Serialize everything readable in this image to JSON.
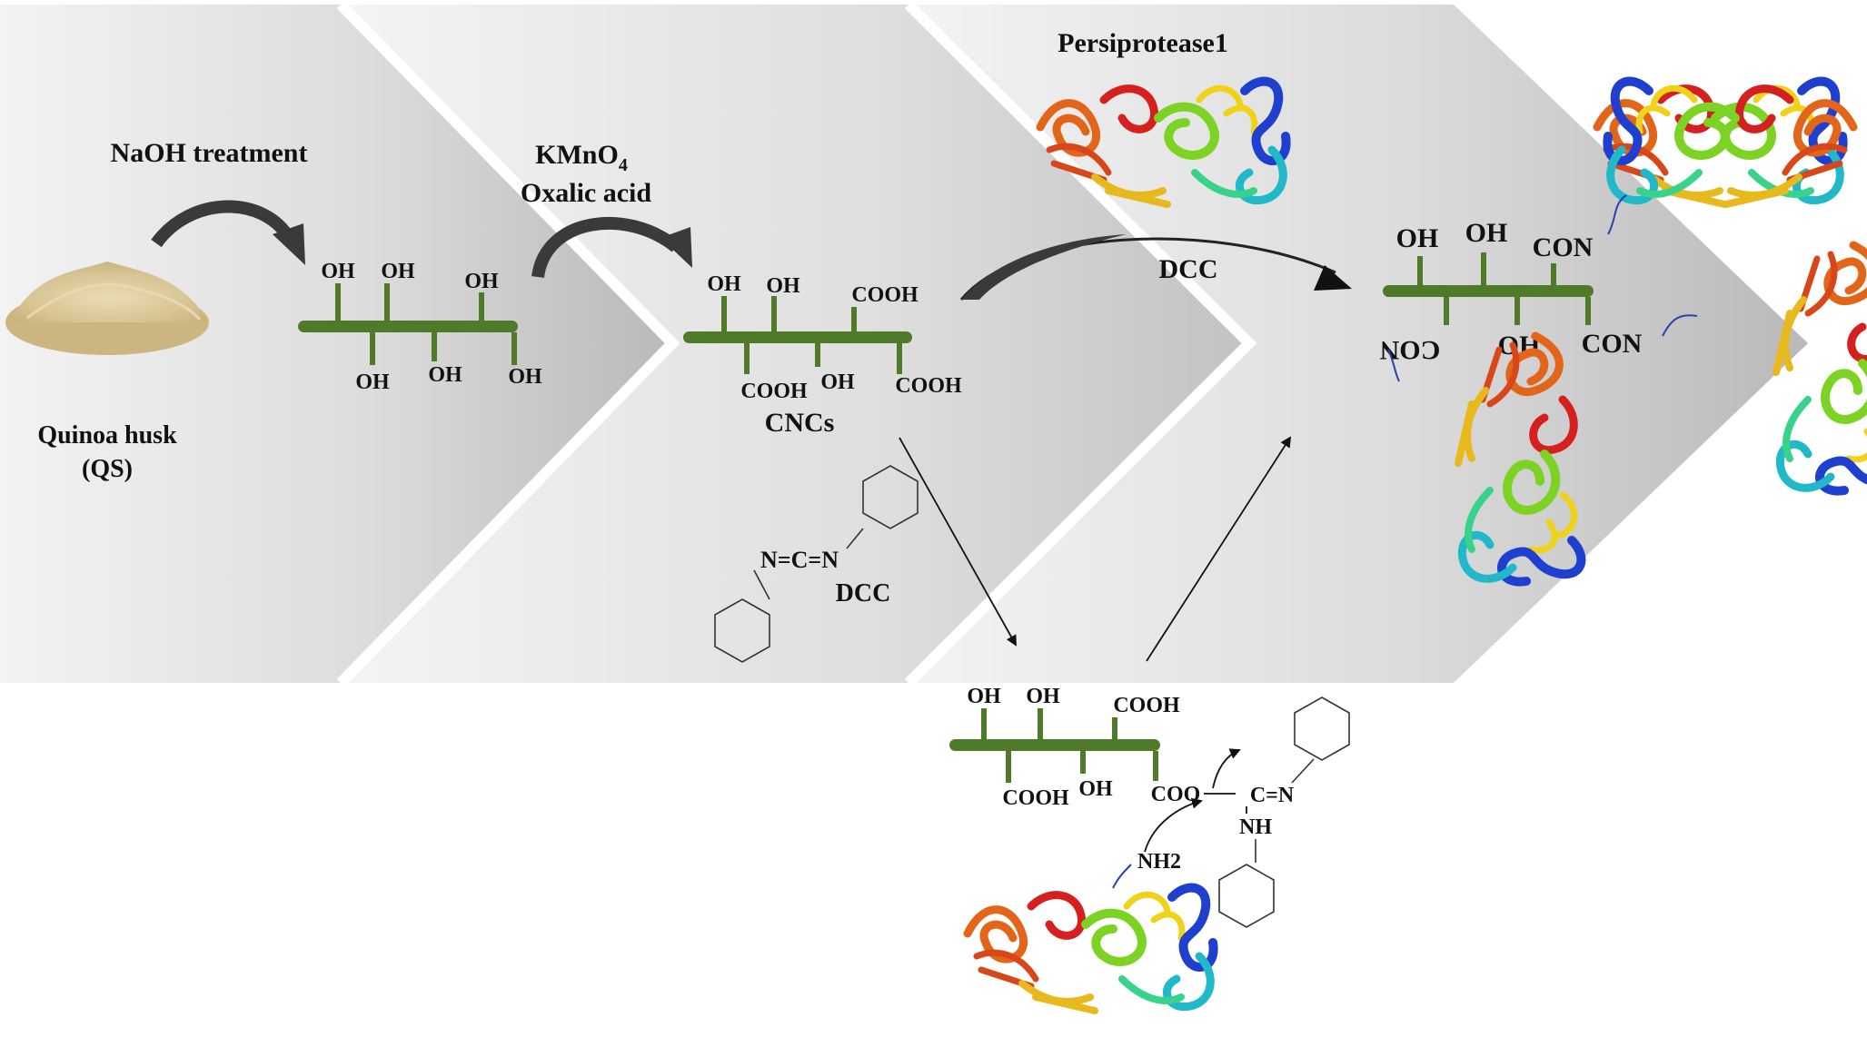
{
  "steps": {
    "step1_label": "NaOH treatment",
    "step2_label_line1": "KMnO",
    "step2_label_sub": "4",
    "step2_label_line2": "Oxalic acid",
    "step3_label": "DCC",
    "enzyme_label": "Persiprotease1"
  },
  "source": {
    "name_line1": "Quinoa husk",
    "name_line2": "(QS)"
  },
  "chains": {
    "naoh_chain": {
      "top": [
        "OH",
        "OH",
        "OH"
      ],
      "bottom": [
        "OH",
        "OH",
        "OH"
      ]
    },
    "cncs_chain": {
      "top": [
        "OH",
        "OH",
        "COOH"
      ],
      "bottom": [
        "COOH",
        "OH",
        "COOH"
      ],
      "name": "CNCs"
    },
    "activated_chain": {
      "top": [
        "OH",
        "OH",
        "COOH"
      ],
      "bottom": [
        "COOH",
        "OH",
        "COO"
      ]
    },
    "product_chain": {
      "top": [
        "OH",
        "OH",
        "CON"
      ],
      "bottom": [
        "CON",
        "OH",
        "CON"
      ]
    }
  },
  "reagents": {
    "dcc_formula": "N=C=N",
    "dcc_name": "DCC",
    "intermediate_cn": "C=N",
    "intermediate_nh": "NH",
    "amine": "NH2"
  },
  "colors": {
    "chevron_light": "#efefef",
    "chevron_dark": "#bdbdbd",
    "chain_green": "#4f7a2a",
    "powder": "#d9c79a",
    "arrow_dark": "#3a3a3a"
  },
  "icons": [
    "curved-arrow-icon",
    "protein-structure-icon",
    "cyclohexane-ring-icon",
    "quinoa-powder-image"
  ]
}
